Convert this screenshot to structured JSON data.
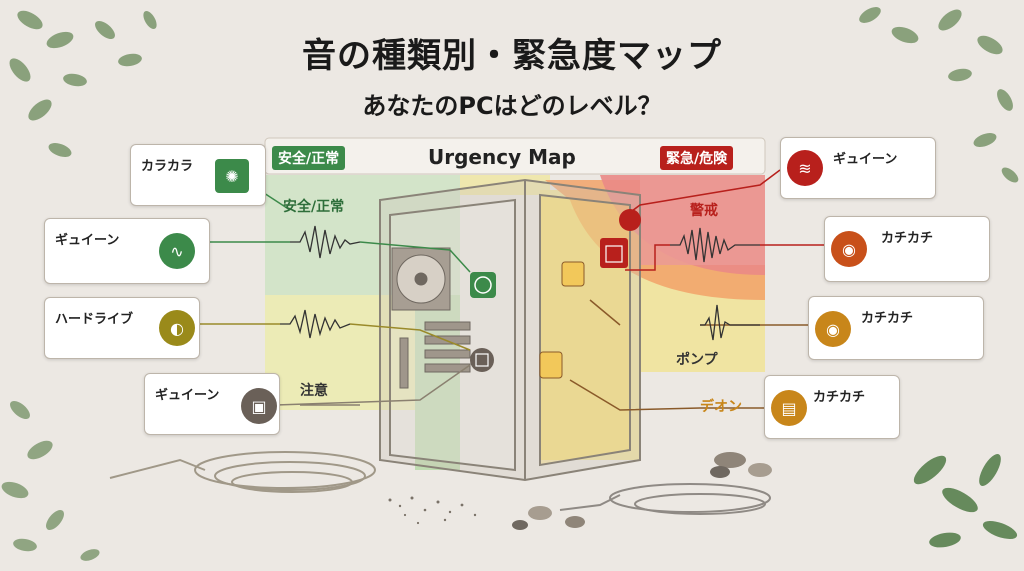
{
  "title": "音の種類別・緊急度マップ",
  "subtitle": "あなたのPCはどのレベル？",
  "map": {
    "title": "Urgency Map",
    "badge_safe": "安全/正常",
    "badge_danger": "緊急/危険"
  },
  "zones": {
    "safe": "安全/正常",
    "caution": "注意",
    "warning": "警戒",
    "pump": "ポンプ",
    "deon": "デオン"
  },
  "cards": {
    "left": [
      {
        "label": "カラカラ",
        "icon": "fan-icon"
      },
      {
        "label": "ギュイーン",
        "icon": "coil-icon"
      },
      {
        "label": "ハードライブ",
        "icon": "speaker-icon"
      },
      {
        "label": "ギュイーン",
        "icon": "drive-icon"
      }
    ],
    "right": [
      {
        "label": "ギュイーン",
        "icon": "waveform-icon"
      },
      {
        "label": "カチカチ",
        "icon": "hdd-icon"
      },
      {
        "label": "カチカチ",
        "icon": "hdd-icon"
      },
      {
        "label": "カチカチ",
        "icon": "ssd-icon"
      }
    ]
  },
  "colors": {
    "green": "#3c8a4a",
    "olive": "#8a7a1a",
    "gray": "#6a6058",
    "red": "#b8201c",
    "orange": "#c8501a",
    "amber": "#c8861a"
  }
}
